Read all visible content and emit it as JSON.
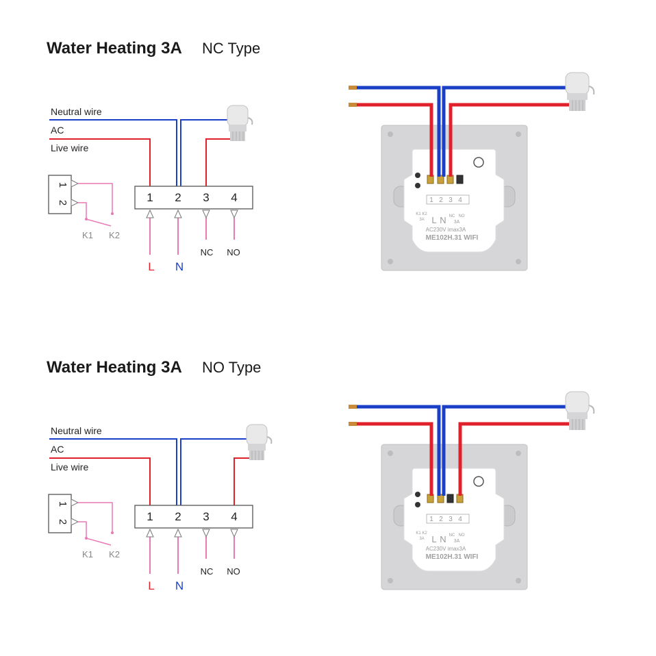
{
  "colors": {
    "neutral": "#1a3fc7",
    "live": "#e0202a",
    "switch": "#e879b7",
    "panel": "#d6d6d8",
    "module": "#ffffff"
  },
  "sections": [
    {
      "title_bold": "Water Heating 3A",
      "title_type": "NC Type",
      "actuator_terminal": 3,
      "wires": {
        "neutral": "Neutral wire",
        "ac": "AC",
        "live": "Live wire"
      },
      "terminals": [
        "1",
        "2",
        "3",
        "4"
      ],
      "switch_terminals": [
        "1",
        "2"
      ],
      "k_labels": [
        "K1",
        "K2"
      ],
      "bottom_labels": [
        "L",
        "N",
        "NC",
        "NO"
      ],
      "device": {
        "terminal_nums": [
          "1",
          "2",
          "3",
          "4"
        ],
        "ln_labels": [
          "L",
          "N"
        ],
        "small_labels": [
          "K1",
          "K2",
          "3A",
          "NC",
          "NO",
          "3A"
        ],
        "rating": "AC230V imax3A",
        "model": "ME102H.31 WIFI"
      }
    },
    {
      "title_bold": "Water Heating 3A",
      "title_type": "NO Type",
      "actuator_terminal": 4,
      "wires": {
        "neutral": "Neutral wire",
        "ac": "AC",
        "live": "Live wire"
      },
      "terminals": [
        "1",
        "2",
        "3",
        "4"
      ],
      "switch_terminals": [
        "1",
        "2"
      ],
      "k_labels": [
        "K1",
        "K2"
      ],
      "bottom_labels": [
        "L",
        "N",
        "NC",
        "NO"
      ],
      "device": {
        "terminal_nums": [
          "1",
          "2",
          "3",
          "4"
        ],
        "ln_labels": [
          "L",
          "N"
        ],
        "small_labels": [
          "K1",
          "K2",
          "3A",
          "NC",
          "NO",
          "3A"
        ],
        "rating": "AC230V imax3A",
        "model": "ME102H.31 WIFI"
      }
    }
  ]
}
